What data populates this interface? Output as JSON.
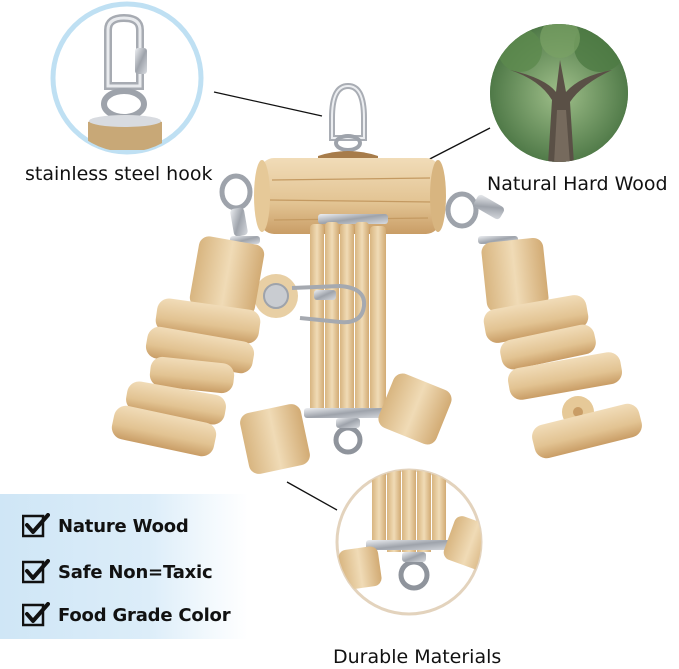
{
  "callouts": {
    "hook": "stainless steel hook",
    "wood": "Natural Hard Wood",
    "durable": "Durable Materials"
  },
  "features": [
    {
      "label": "Nature Wood",
      "icon": "checkmark-icon"
    },
    {
      "label": "Safe Non=Taxic",
      "icon": "checkmark-icon"
    },
    {
      "label": "Food Grade Color",
      "icon": "checkmark-icon"
    }
  ],
  "colors": {
    "wood_light": "#e8cfa4",
    "wood_dark": "#c79a63",
    "steel": "#b9bcc2",
    "circle_border": "#bfe0f3",
    "feature_panel": "#d6eaf8"
  }
}
